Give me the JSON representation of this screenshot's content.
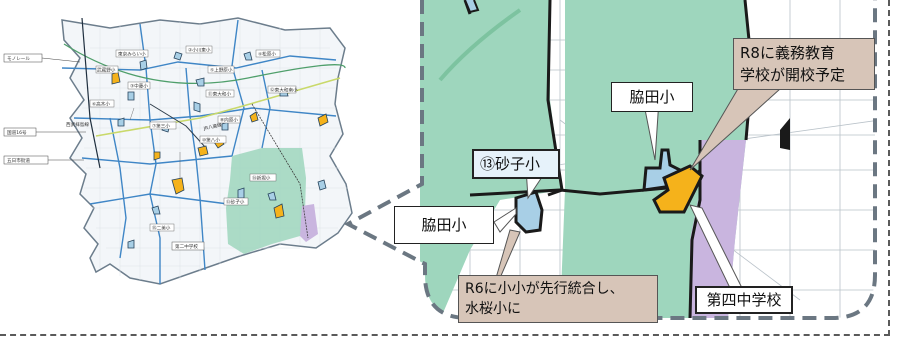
{
  "overview_map": {
    "line_labels": [
      "モノレール",
      "JR八高線",
      "西武拝島線"
    ],
    "road_labels": [
      "国道16号",
      "五日市街道"
    ],
    "school_labels": [
      "武蔵野小",
      "東京みらい小",
      "②小川東小",
      "④松原小",
      "③中藤小",
      "⑤上野原小",
      "⑫東大和南小",
      "⑥高木小",
      "⑪東大和小",
      "⑦第三小",
      "⑨桜が丘小",
      "⑩第八小",
      "⑧向原小",
      "⑬砂子小",
      "⑭新堀小",
      "⑮二美小",
      "第二中学校"
    ]
  },
  "callout_map": {
    "labels": {
      "top_right": "R8に義務教育\n学校が開校予定",
      "school_a": "脇田小",
      "school_b_circled": "⑬砂子小",
      "school_c": "脇田小",
      "bottom_note": "R6に小小が先行統合し、\n水桜小に",
      "junior_high": "第四中学校"
    }
  },
  "colors": {
    "district_green": "#9ed6bd",
    "district_purple": "#c9b5df",
    "school_blue": "#a8cfe6",
    "school_orange": "#f5b21b",
    "label_tan": "#d7c5b8",
    "water_green": "#7dc3a0"
  }
}
